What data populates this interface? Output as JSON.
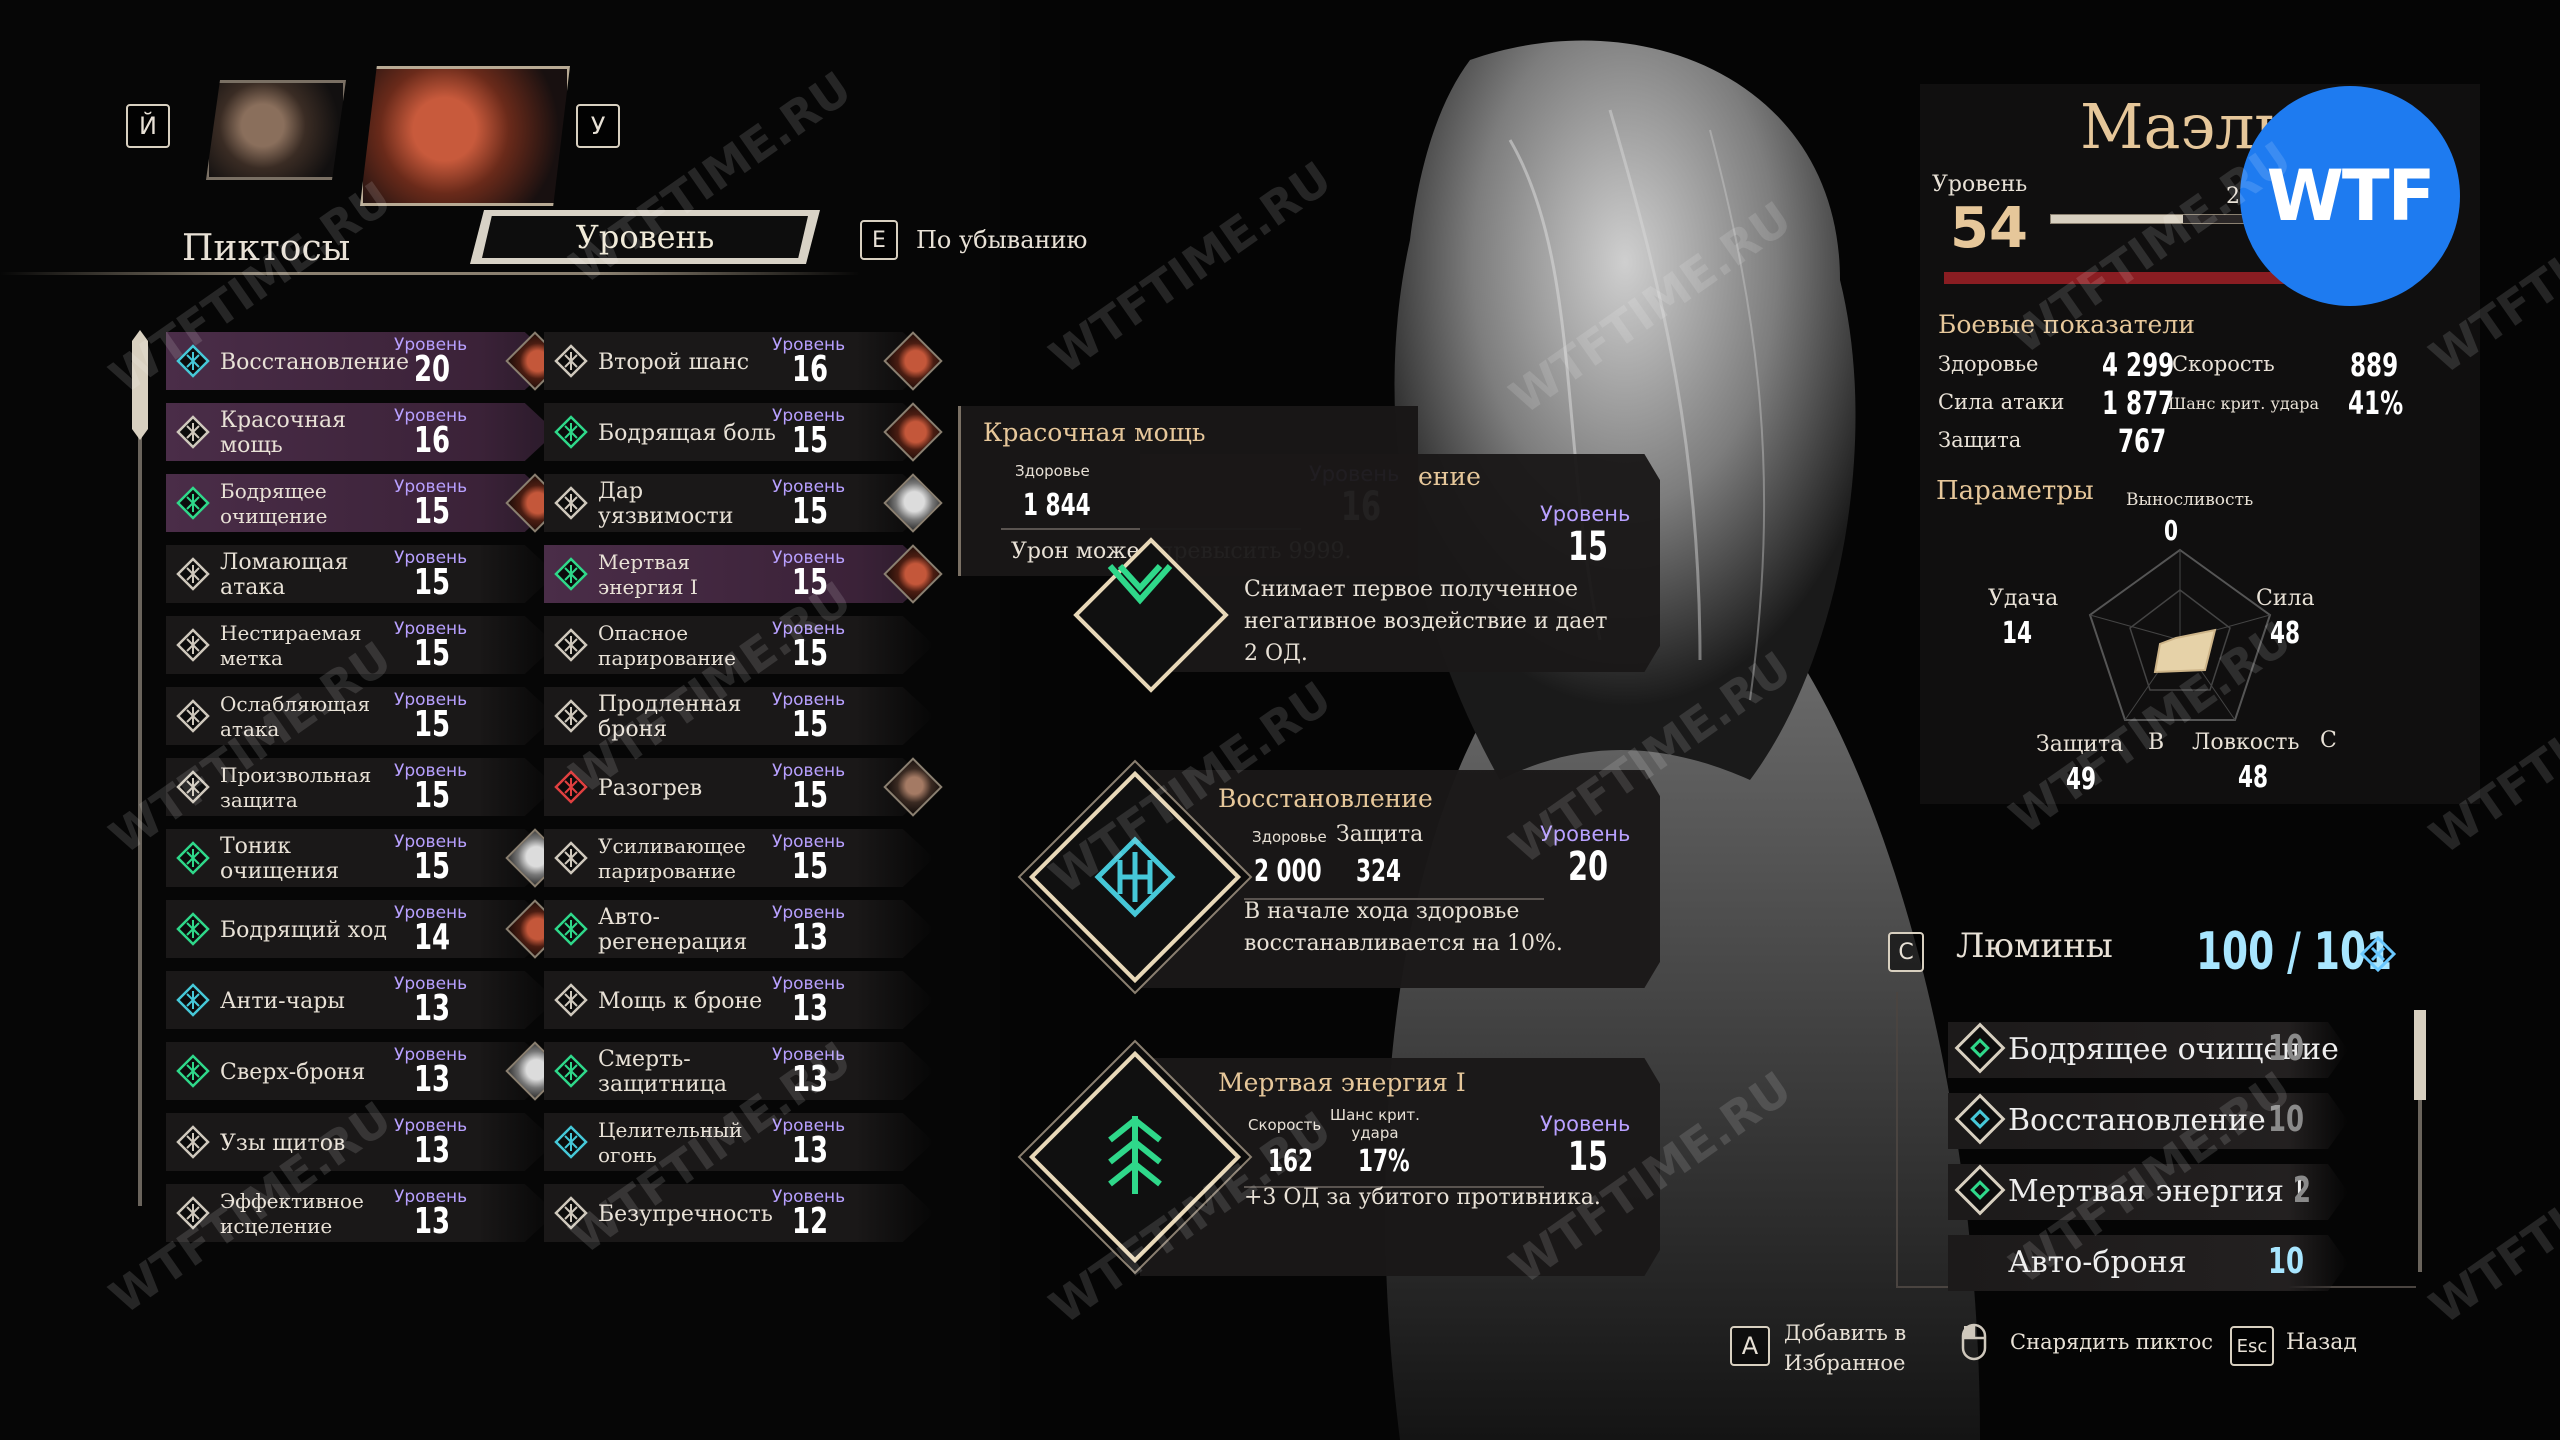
{
  "header": {
    "key_prev": "Й",
    "key_next": "У",
    "section_title": "Пиктосы",
    "sort_label": "Уровень",
    "sort_key": "E",
    "sort_order": "По убыванию"
  },
  "level_label": "Уровень",
  "pictos_left": [
    {
      "name": "Восстановление",
      "level": "20",
      "avatar": "f",
      "selected": true
    },
    {
      "name": "Красочная мощь",
      "level": "16",
      "avatar": "",
      "selected": true
    },
    {
      "name": "Бодрящее очищение",
      "level": "15",
      "avatar": "f",
      "selected": true
    },
    {
      "name": "Ломающая атака",
      "level": "15",
      "avatar": ""
    },
    {
      "name": "Нестираемая метка",
      "level": "15",
      "avatar": ""
    },
    {
      "name": "Ослабляющая атака",
      "level": "15",
      "avatar": ""
    },
    {
      "name": "Произвольная защита",
      "level": "15",
      "avatar": ""
    },
    {
      "name": "Тоник очищения",
      "level": "15",
      "avatar": "w"
    },
    {
      "name": "Бодрящий ход",
      "level": "14",
      "avatar": "f"
    },
    {
      "name": "Анти-чары",
      "level": "13",
      "avatar": ""
    },
    {
      "name": "Сверх-броня",
      "level": "13",
      "avatar": "w"
    },
    {
      "name": "Узы щитов",
      "level": "13",
      "avatar": ""
    },
    {
      "name": "Эффективное исцеление",
      "level": "13",
      "avatar": ""
    }
  ],
  "pictos_right": [
    {
      "name": "Второй шанс",
      "level": "16",
      "avatar": "f"
    },
    {
      "name": "Бодрящая боль",
      "level": "15",
      "avatar": "f"
    },
    {
      "name": "Дар уязвимости",
      "level": "15",
      "avatar": "w"
    },
    {
      "name": "Мертвая энергия I",
      "level": "15",
      "avatar": "f",
      "selected": true
    },
    {
      "name": "Опасное парирование",
      "level": "15",
      "avatar": ""
    },
    {
      "name": "Продленная броня",
      "level": "15",
      "avatar": ""
    },
    {
      "name": "Разогрев",
      "level": "15",
      "avatar": "m"
    },
    {
      "name": "Усиливающее парирование",
      "level": "15",
      "avatar": ""
    },
    {
      "name": "Авто-регенерация",
      "level": "13",
      "avatar": ""
    },
    {
      "name": "Мощь к броне",
      "level": "13",
      "avatar": ""
    },
    {
      "name": "Смерть-защитница",
      "level": "13",
      "avatar": ""
    },
    {
      "name": "Целительный огонь",
      "level": "13",
      "avatar": ""
    },
    {
      "name": "Безупречность",
      "level": "12",
      "avatar": ""
    }
  ],
  "tooltip": {
    "title": "Красочная мощь",
    "stat_label": "Здоровье",
    "stat_value": "1 844",
    "level": "16",
    "desc": "Урон может превысить 9999."
  },
  "card1": {
    "title_tail": "ение",
    "level": "15",
    "desc": "Снимает первое полученное негативное воздействие и дает 2 ОД."
  },
  "card2": {
    "title": "Восстановление",
    "stat1_label": "Здоровье",
    "stat1_value": "2 000",
    "stat2_label": "Защита",
    "stat2_value": "324",
    "level": "20",
    "desc": "В начале хода здоровье восстанавливается на 10%."
  },
  "card3": {
    "title": "Мертвая энергия I",
    "stat1_label": "Скорость",
    "stat1_value": "162",
    "stat2_label": "Шанс крит. удара",
    "stat2_value": "17%",
    "level": "15",
    "desc": "+3 ОД за убитого противника."
  },
  "character": {
    "name": "Маэль",
    "level_label": "Уровень",
    "level": "54",
    "xp_partial": "2",
    "battle_title": "Боевые показатели",
    "health_label": "Здоровье",
    "health": "4 299",
    "speed_label": "Скорость",
    "speed": "889",
    "attack_label": "Сила атаки",
    "attack": "1 877",
    "crit_label": "Шанс крит. удара",
    "crit": "41%",
    "defense_label": "Защита",
    "defense": "767",
    "params_title": "Параметры",
    "vitality_label": "Выносливость",
    "vitality": "0",
    "luck_label": "Удача",
    "luck": "14",
    "might_label": "Сила",
    "might": "48",
    "guard_label": "Защита",
    "guard": "49",
    "guard_grade": "B",
    "agility_label": "Ловкость",
    "agility": "48",
    "agility_grade": "C"
  },
  "lumina": {
    "key": "C",
    "title": "Люмины",
    "count": "100 / 101",
    "items": [
      {
        "name": "Бодрящее очищение",
        "cost": "10"
      },
      {
        "name": "Восстановление",
        "cost": "10"
      },
      {
        "name": "Мертвая энергия I",
        "cost": "2"
      },
      {
        "name": "Авто-броня",
        "cost": "10"
      }
    ]
  },
  "footer": {
    "fav_key": "A",
    "fav_label": "Добавить в Избранное",
    "equip_label": "Снарядить пиктос",
    "back_key": "Esc",
    "back_label": "Назад"
  },
  "badge": "WTF",
  "watermark": "WTFTIME.RU",
  "colors": {
    "accent_purple": "#b8a0ff",
    "title_gold": "#e6c79a",
    "badge_blue": "#1e7bf0"
  }
}
